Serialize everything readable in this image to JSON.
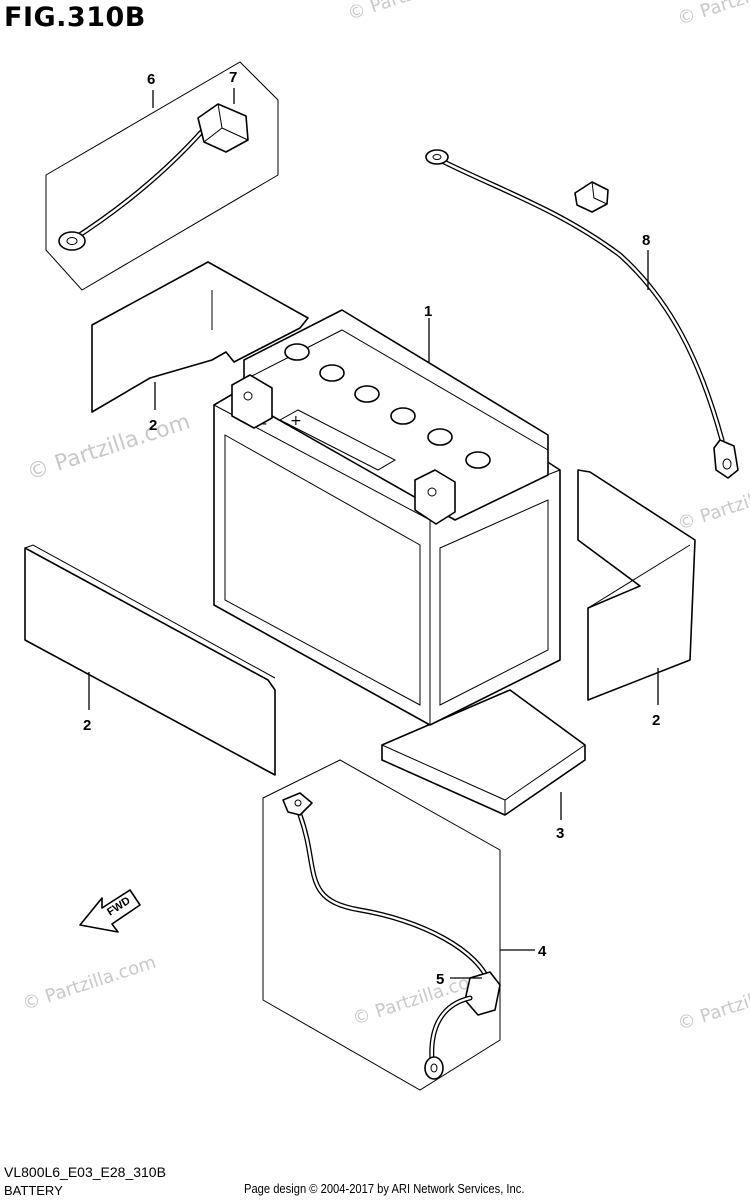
{
  "header": {
    "figure": "FIG.310B"
  },
  "footer": {
    "code": "VL800L6_E03_E28_310B",
    "section": "BATTERY",
    "credit": "Page design © 2004-2017 by ARI Network Services, Inc."
  },
  "watermark": "© Partzilla.com",
  "callouts": [
    {
      "id": "c1",
      "label": "1"
    },
    {
      "id": "c2a",
      "label": "2"
    },
    {
      "id": "c2b",
      "label": "2"
    },
    {
      "id": "c2c",
      "label": "2"
    },
    {
      "id": "c3",
      "label": "3"
    },
    {
      "id": "c4",
      "label": "4"
    },
    {
      "id": "c5",
      "label": "5"
    },
    {
      "id": "c6",
      "label": "6"
    },
    {
      "id": "c7",
      "label": "7"
    },
    {
      "id": "c8",
      "label": "8"
    }
  ],
  "direction_arrow": {
    "label": "FWD"
  },
  "battery_terminal_marks": {
    "positive": "+",
    "negative": "-"
  }
}
